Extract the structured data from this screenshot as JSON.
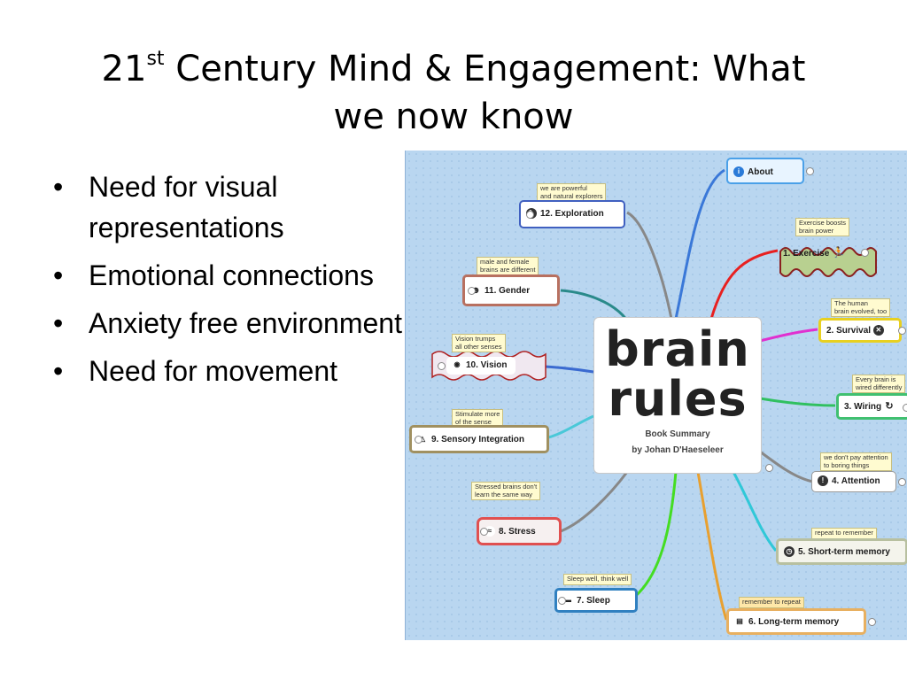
{
  "slide": {
    "title_main": "21",
    "title_sup": "st",
    "title_rest_line1": " Century Mind & Engagement:  What",
    "title_rest_line2": "we  now  know",
    "bullets": [
      "Need for visual representations",
      "Emotional connections",
      "Anxiety free environment",
      "Need for movement"
    ]
  },
  "mindmap": {
    "center": {
      "line1": "brain",
      "line2": "rules",
      "subtitle1": "Book Summary",
      "subtitle2": "by Johan D'Haeseleer"
    },
    "nodes": {
      "about": "About",
      "exploration": "12. Exploration",
      "exploration_note1": "we are powerful",
      "exploration_note2": "and natural explorers",
      "gender": "11. Gender",
      "gender_note1": "male and female",
      "gender_note2": "brains are different",
      "vision": "10. Vision",
      "vision_note1": "Vision trumps",
      "vision_note2": "all other senses",
      "sensory": "9. Sensory Integration",
      "sensory_note1": "Stimulate more",
      "sensory_note2": "of the sense",
      "stress": "8. Stress",
      "stress_note1": "Stressed brains don't",
      "stress_note2": "learn the same way",
      "sleep": "7. Sleep",
      "sleep_note": "Sleep well, think well",
      "exercise": "1. Exercise",
      "exercise_note1": "Exercise boosts",
      "exercise_note2": "brain power",
      "survival": "2. Survival",
      "survival_note1": "The human",
      "survival_note2": "brain evolved, too",
      "wiring": "3. Wiring",
      "wiring_note1": "Every brain is",
      "wiring_note2": "wired differently",
      "attention": "4. Attention",
      "attention_note1": "we don't pay attention",
      "attention_note2": "to boring things",
      "stm": "5. Short-term memory",
      "stm_note": "repeat to remember",
      "ltm": "6. Long-term memory",
      "ltm_note": "remember to repeat"
    },
    "icons": {
      "about": "info-icon",
      "exploration": "compass-icon",
      "gender": "people-icon",
      "vision": "eye-icon",
      "sensory": "senses-icon",
      "stress": "stress-icon",
      "sleep": "bed-icon",
      "exercise": "runner-icon",
      "survival": "survival-icon",
      "wiring": "refresh-icon",
      "attention": "exclamation-icon",
      "stm": "clock-icon",
      "ltm": "memory-icon"
    }
  }
}
